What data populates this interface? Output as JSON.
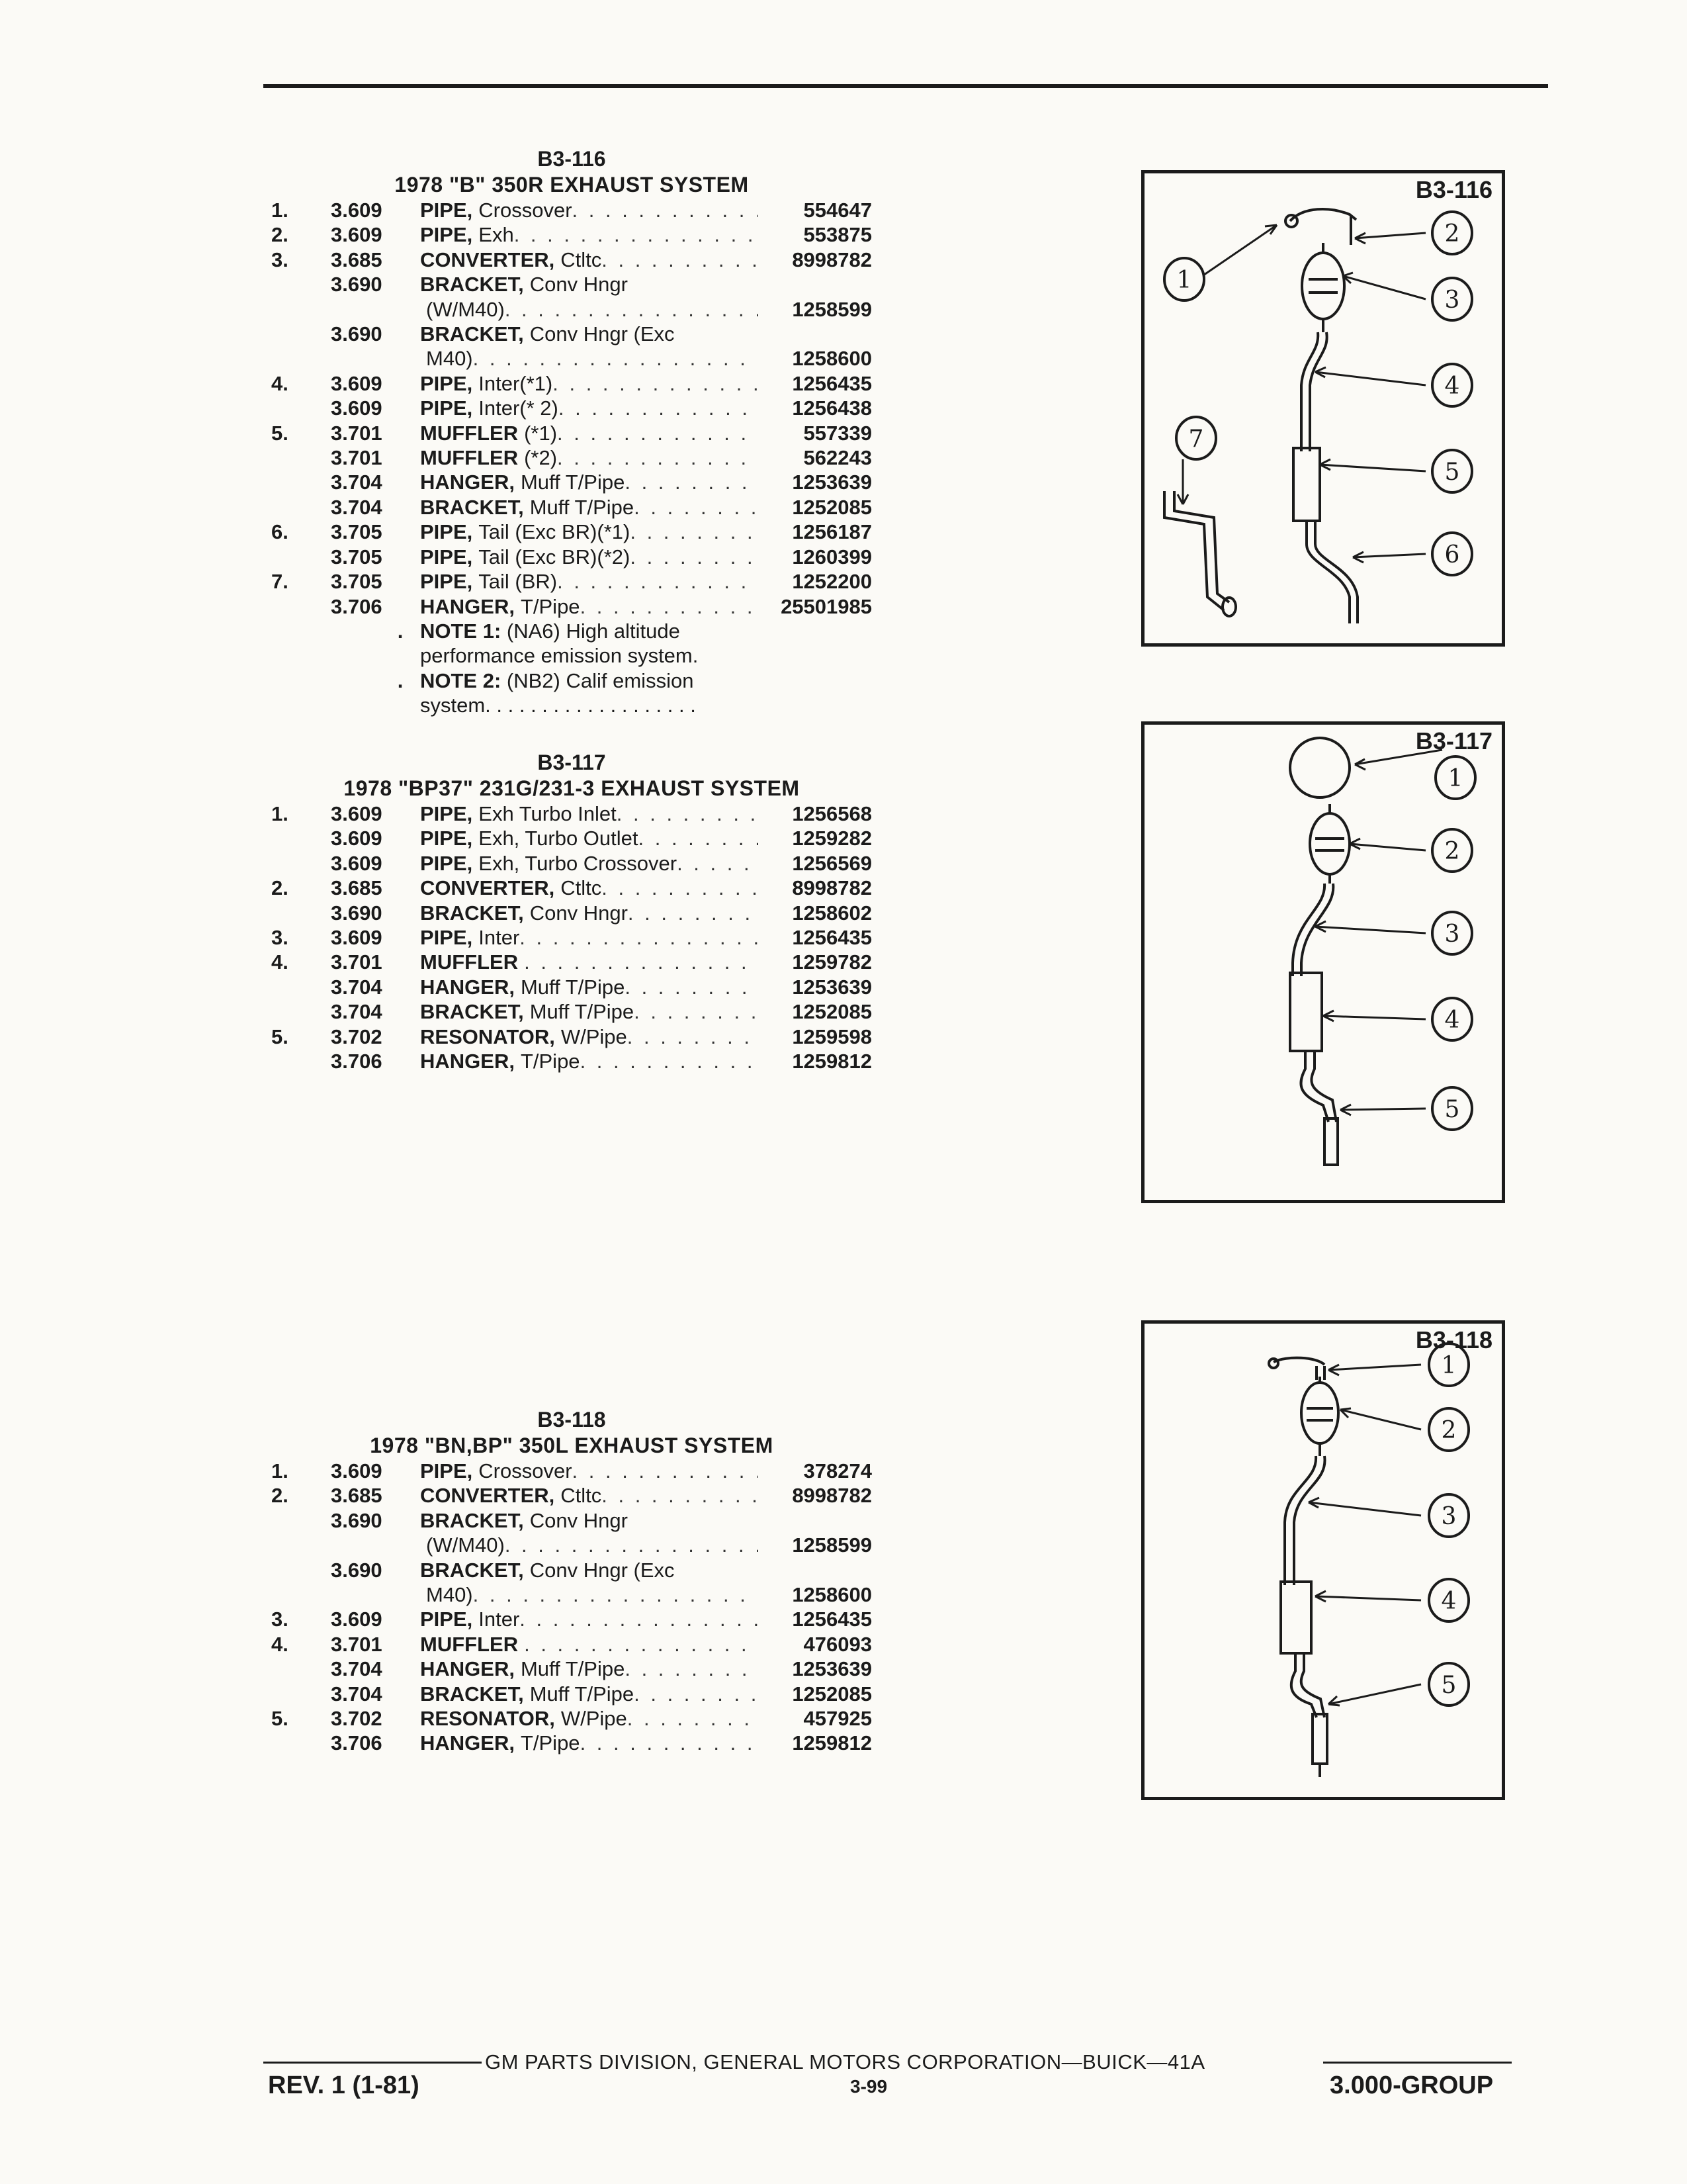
{
  "sections": [
    {
      "code": "B3-116",
      "title": "1978 \"B\" 350R EXHAUST SYSTEM",
      "items": [
        {
          "idx": "1.",
          "grp": "3.609",
          "name": "PIPE,",
          "desc": "Crossover",
          "dots": true,
          "part": "554647"
        },
        {
          "idx": "2.",
          "grp": "3.609",
          "name": "PIPE,",
          "desc": "Exh",
          "dots": true,
          "part": "553875"
        },
        {
          "idx": "3.",
          "grp": "3.685",
          "name": "CONVERTER,",
          "desc": "Ctltc",
          "dots": true,
          "part": "8998782"
        },
        {
          "idx": "",
          "grp": "3.690",
          "name": "BRACKET,",
          "desc": "Conv Hngr",
          "dots": false,
          "part": ""
        },
        {
          "idx": "",
          "grp": "",
          "name": "",
          "desc": "(W/M40)",
          "dots": true,
          "part": "1258599"
        },
        {
          "idx": "",
          "grp": "3.690",
          "name": "BRACKET,",
          "desc": "Conv Hngr (Exc",
          "dots": false,
          "part": ""
        },
        {
          "idx": "",
          "grp": "",
          "name": "",
          "desc": "M40)",
          "dots": true,
          "part": "1258600"
        },
        {
          "idx": "4.",
          "grp": "3.609",
          "name": "PIPE,",
          "desc": "Inter(*1)",
          "dots": true,
          "part": "1256435"
        },
        {
          "idx": "",
          "grp": "3.609",
          "name": "PIPE,",
          "desc": "Inter(* 2)",
          "dots": true,
          "part": "1256438"
        },
        {
          "idx": "5.",
          "grp": "3.701",
          "name": "MUFFLER",
          "desc": "(*1)",
          "dots": true,
          "part": "557339"
        },
        {
          "idx": "",
          "grp": "3.701",
          "name": "MUFFLER",
          "desc": "(*2)",
          "dots": true,
          "part": "562243"
        },
        {
          "idx": "",
          "grp": "3.704",
          "name": "HANGER,",
          "desc": "Muff T/Pipe",
          "dots": true,
          "part": "1253639"
        },
        {
          "idx": "",
          "grp": "3.704",
          "name": "BRACKET,",
          "desc": "Muff T/Pipe",
          "dots": true,
          "part": "1252085"
        },
        {
          "idx": "6.",
          "grp": "3.705",
          "name": "PIPE,",
          "desc": "Tail (Exc BR)(*1)",
          "dots": true,
          "part": "1256187"
        },
        {
          "idx": "",
          "grp": "3.705",
          "name": "PIPE,",
          "desc": "Tail (Exc BR)(*2)",
          "dots": true,
          "part": "1260399"
        },
        {
          "idx": "7.",
          "grp": "3.705",
          "name": "PIPE,",
          "desc": "Tail (BR)",
          "dots": true,
          "part": "1252200"
        },
        {
          "idx": "",
          "grp": "3.706",
          "name": "HANGER,",
          "desc": "T/Pipe",
          "dots": true,
          "part": "25501985"
        }
      ],
      "notes": [
        {
          "bullet": ".",
          "label": "NOTE 1:",
          "text": "(NA6) High altitude",
          "cont": "performance emission system."
        },
        {
          "bullet": ".",
          "label": "NOTE 2:",
          "text": "(NB2) Calif emission",
          "cont": "system. . . . . . . . . . . . . . . . . . ."
        }
      ]
    },
    {
      "code": "B3-117",
      "title": "1978 \"BP37\" 231G/231-3 EXHAUST SYSTEM",
      "items": [
        {
          "idx": "1.",
          "grp": "3.609",
          "name": "PIPE,",
          "desc": "Exh Turbo Inlet",
          "dots": true,
          "part": "1256568"
        },
        {
          "idx": "",
          "grp": "3.609",
          "name": "PIPE,",
          "desc": "Exh, Turbo Outlet",
          "dots": true,
          "part": "1259282"
        },
        {
          "idx": "",
          "grp": "3.609",
          "name": "PIPE,",
          "desc": "Exh, Turbo Crossover",
          "dots": true,
          "part": "1256569"
        },
        {
          "idx": "2.",
          "grp": "3.685",
          "name": "CONVERTER,",
          "desc": "Ctltc",
          "dots": true,
          "part": "8998782"
        },
        {
          "idx": "",
          "grp": "3.690",
          "name": "BRACKET,",
          "desc": "Conv Hngr",
          "dots": true,
          "part": "1258602"
        },
        {
          "idx": "3.",
          "grp": "3.609",
          "name": "PIPE,",
          "desc": "Inter",
          "dots": true,
          "part": "1256435"
        },
        {
          "idx": "4.",
          "grp": "3.701",
          "name": "MUFFLER",
          "desc": "",
          "dots": true,
          "part": "1259782"
        },
        {
          "idx": "",
          "grp": "3.704",
          "name": "HANGER,",
          "desc": "Muff T/Pipe",
          "dots": true,
          "part": "1253639"
        },
        {
          "idx": "",
          "grp": "3.704",
          "name": "BRACKET,",
          "desc": "Muff T/Pipe",
          "dots": true,
          "part": "1252085"
        },
        {
          "idx": "5.",
          "grp": "3.702",
          "name": "RESONATOR,",
          "desc": "W/Pipe",
          "dots": true,
          "part": "1259598"
        },
        {
          "idx": "",
          "grp": "3.706",
          "name": "HANGER,",
          "desc": "T/Pipe",
          "dots": true,
          "part": "1259812"
        }
      ],
      "notes": []
    },
    {
      "code": "B3-118",
      "title": "1978 \"BN,BP\" 350L EXHAUST SYSTEM",
      "items": [
        {
          "idx": "1.",
          "grp": "3.609",
          "name": "PIPE,",
          "desc": "Crossover",
          "dots": true,
          "part": "378274"
        },
        {
          "idx": "2.",
          "grp": "3.685",
          "name": "CONVERTER,",
          "desc": "Ctltc",
          "dots": true,
          "part": "8998782"
        },
        {
          "idx": "",
          "grp": "3.690",
          "name": "BRACKET,",
          "desc": "Conv Hngr",
          "dots": false,
          "part": ""
        },
        {
          "idx": "",
          "grp": "",
          "name": "",
          "desc": "(W/M40)",
          "dots": true,
          "part": "1258599"
        },
        {
          "idx": "",
          "grp": "3.690",
          "name": "BRACKET,",
          "desc": "Conv Hngr (Exc",
          "dots": false,
          "part": ""
        },
        {
          "idx": "",
          "grp": "",
          "name": "",
          "desc": "M40)",
          "dots": true,
          "part": "1258600"
        },
        {
          "idx": "3.",
          "grp": "3.609",
          "name": "PIPE,",
          "desc": "Inter",
          "dots": true,
          "part": "1256435"
        },
        {
          "idx": "4.",
          "grp": "3.701",
          "name": "MUFFLER",
          "desc": "",
          "dots": true,
          "part": "476093"
        },
        {
          "idx": "",
          "grp": "3.704",
          "name": "HANGER,",
          "desc": "Muff T/Pipe",
          "dots": true,
          "part": "1253639"
        },
        {
          "idx": "",
          "grp": "3.704",
          "name": "BRACKET,",
          "desc": "Muff T/Pipe",
          "dots": true,
          "part": "1252085"
        },
        {
          "idx": "5.",
          "grp": "3.702",
          "name": "RESONATOR,",
          "desc": "W/Pipe",
          "dots": true,
          "part": "457925"
        },
        {
          "idx": "",
          "grp": "3.706",
          "name": "HANGER,",
          "desc": "T/Pipe",
          "dots": true,
          "part": "1259812"
        }
      ],
      "notes": []
    }
  ],
  "figures": [
    {
      "code": "B3-116",
      "callouts": [
        "1",
        "2",
        "3",
        "4",
        "5",
        "6",
        "7"
      ]
    },
    {
      "code": "B3-117",
      "callouts": [
        "1",
        "2",
        "3",
        "4",
        "5"
      ]
    },
    {
      "code": "B3-118",
      "callouts": [
        "1",
        "2",
        "3",
        "4",
        "5"
      ]
    }
  ],
  "footer": {
    "corporation": "GM PARTS DIVISION, GENERAL MOTORS CORPORATION—BUICK—41A",
    "revision": "REV. 1 (1-81)",
    "page": "3-99",
    "group": "3.000-GROUP"
  }
}
